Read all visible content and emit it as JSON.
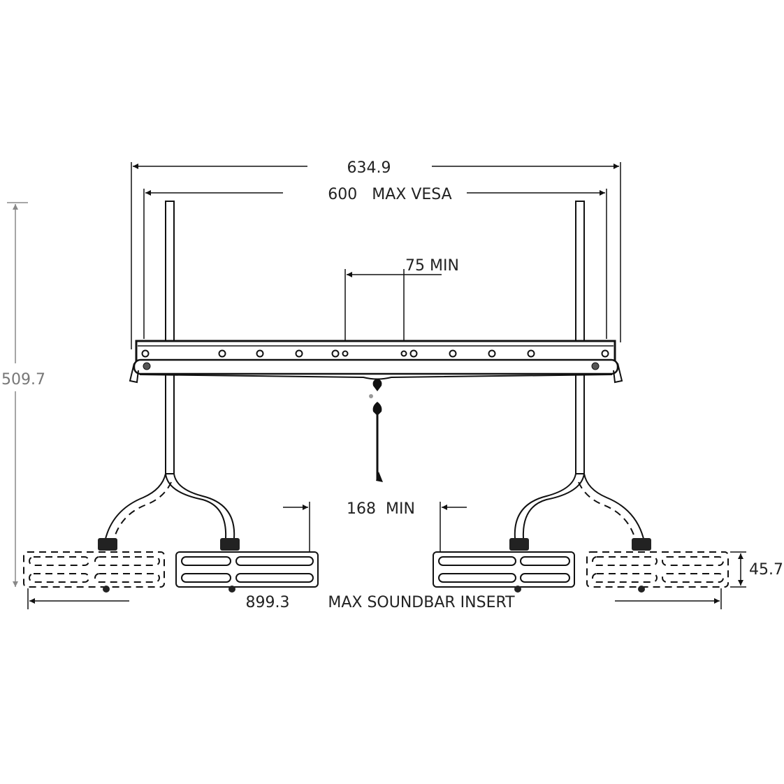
{
  "dimensions": {
    "overall_width": "634.9",
    "vesa": "600   MAX VESA",
    "vesa_min": "75 MIN",
    "height": "509.7",
    "soundbar_gap": "168  MIN",
    "soundbar_insert_value": "899.3",
    "soundbar_insert_label": "MAX SOUNDBAR INSERT",
    "bracket_height": "45.7"
  },
  "colors": {
    "line": "#111111",
    "height_dim": "#777777"
  }
}
